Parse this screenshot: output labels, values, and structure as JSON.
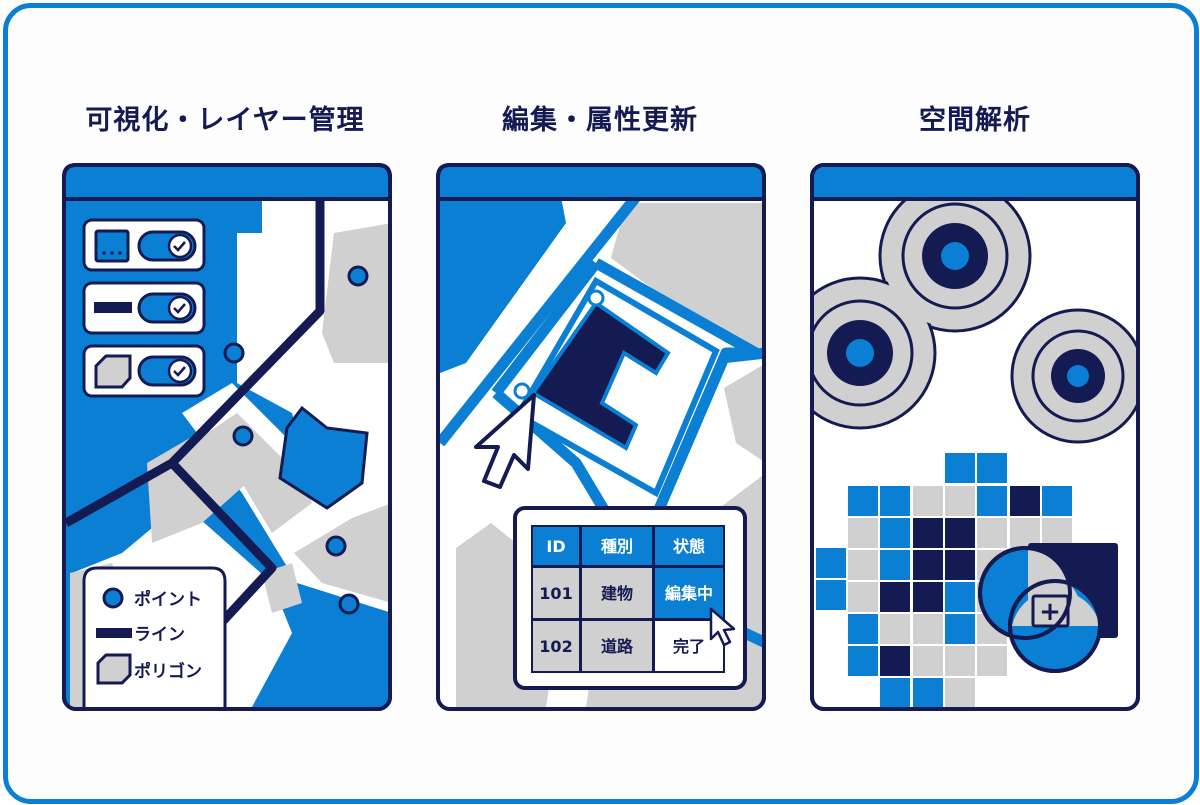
{
  "colors": {
    "accent": "#0a7fd4",
    "navy": "#141a52",
    "gray": "#d0d0d0",
    "white": "#ffffff"
  },
  "panels": [
    {
      "title": "可視化・レイヤー管理",
      "layer_toggles": [
        {
          "icon": "point-layer-icon",
          "state": "on"
        },
        {
          "icon": "line-layer-icon",
          "state": "on"
        },
        {
          "icon": "polygon-layer-icon",
          "state": "on"
        }
      ],
      "legend": [
        {
          "icon": "point-icon",
          "label": "ポイント"
        },
        {
          "icon": "line-icon",
          "label": "ライン"
        },
        {
          "icon": "polygon-icon",
          "label": "ポリゴン"
        }
      ]
    },
    {
      "title": "編集・属性更新",
      "table": {
        "headers": [
          "ID",
          "種別",
          "状態"
        ],
        "rows": [
          [
            "101",
            "建物",
            "編集中"
          ],
          [
            "102",
            "道路",
            "完了"
          ]
        ]
      }
    },
    {
      "title": "空間解析",
      "plus_symbol": "+"
    }
  ]
}
